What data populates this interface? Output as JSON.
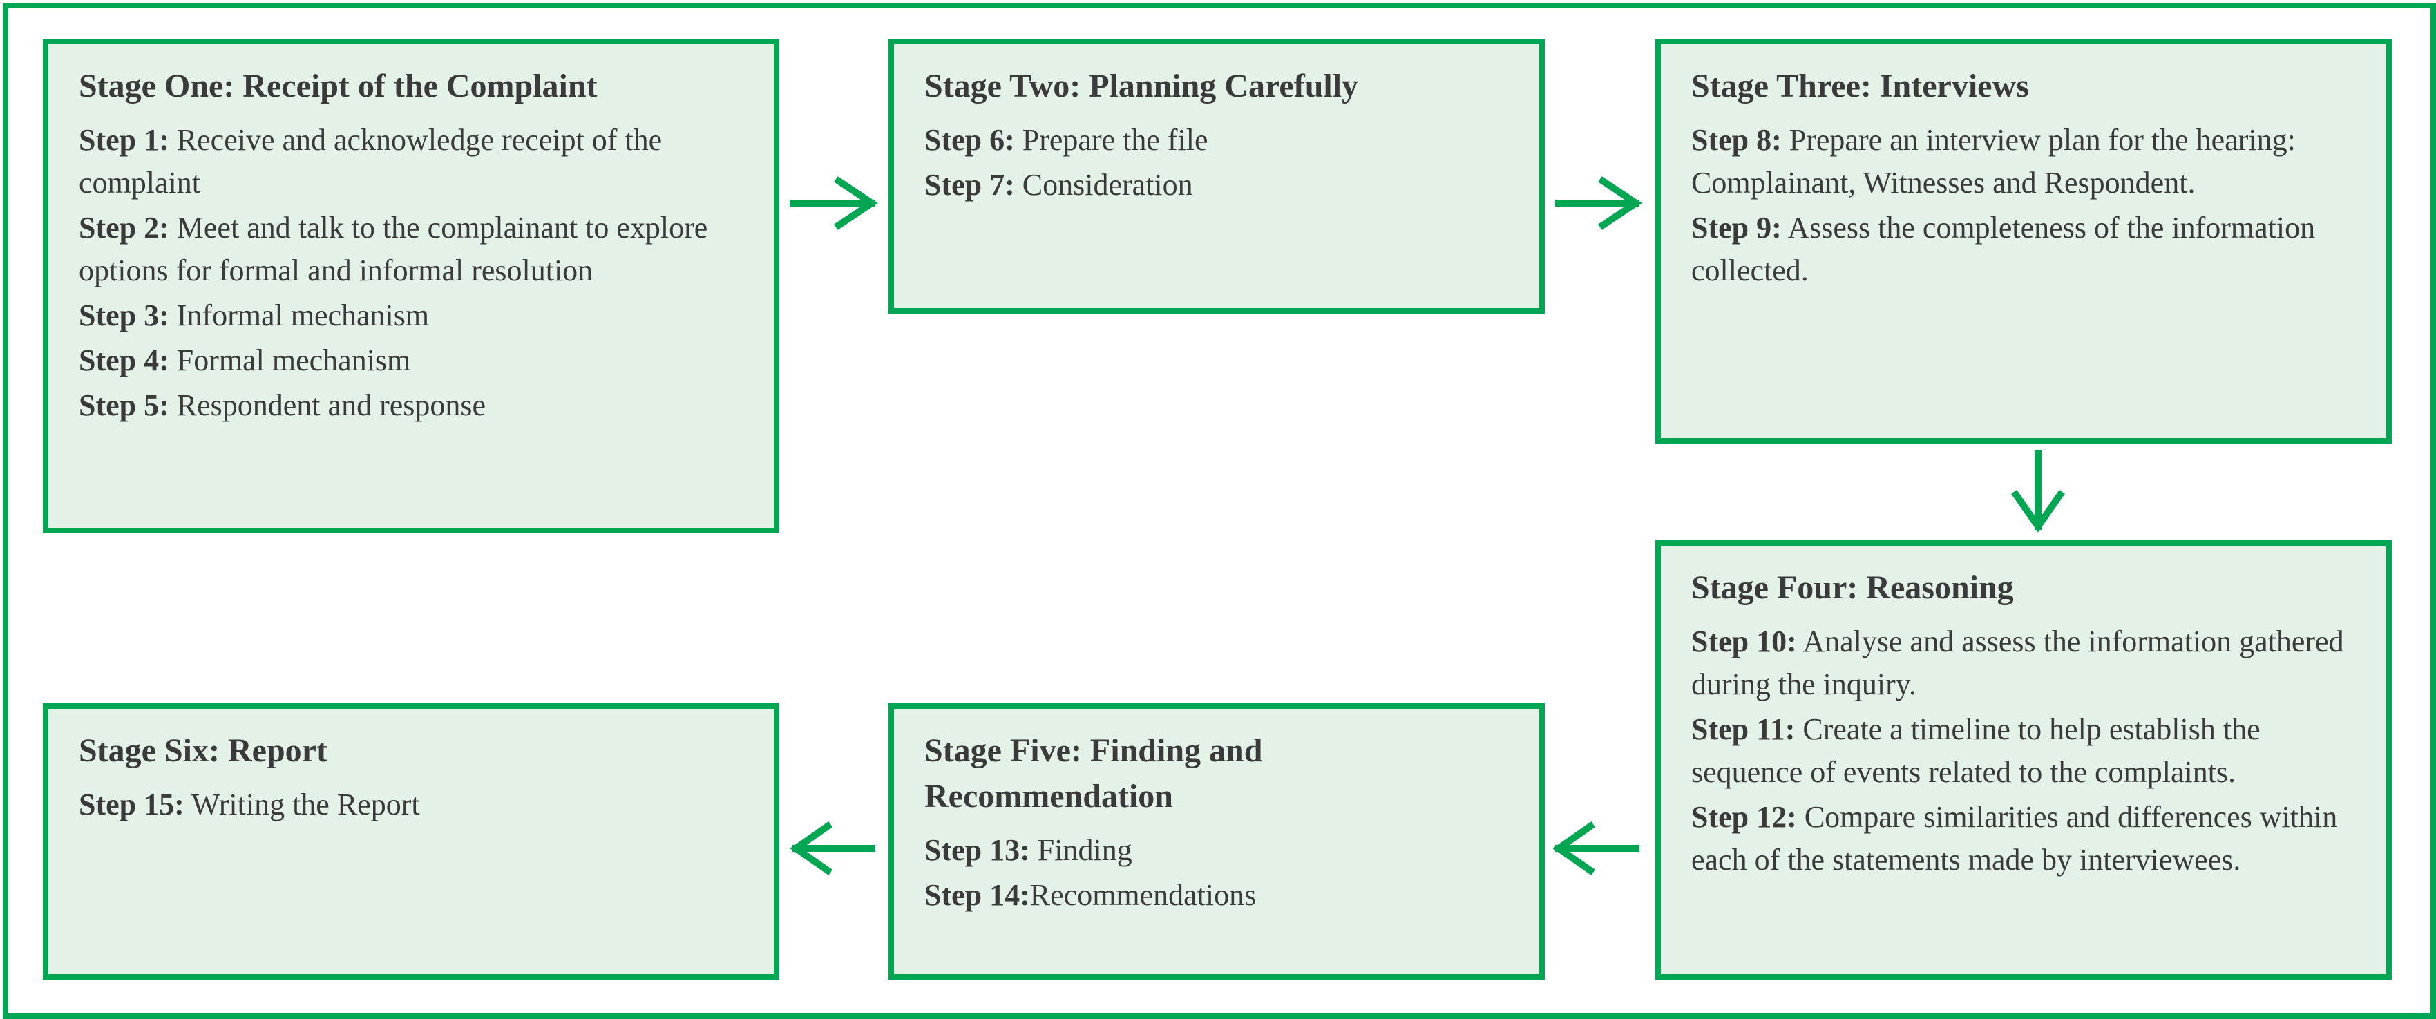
{
  "stages": [
    {
      "title": "Stage One: Receipt of the Complaint",
      "steps": [
        {
          "label": "Step 1:",
          "text": " Receive and acknowledge receipt of the complaint"
        },
        {
          "label": "Step 2:",
          "text": " Meet and talk to the complainant to explore options for formal and informal resolution"
        },
        {
          "label": "Step 3:",
          "text": " Informal mechanism"
        },
        {
          "label": "Step 4:",
          "text": " Formal mechanism"
        },
        {
          "label": "Step 5:",
          "text": " Respondent and response"
        }
      ]
    },
    {
      "title": "Stage Two: Planning Carefully",
      "steps": [
        {
          "label": "Step 6:",
          "text": " Prepare the file"
        },
        {
          "label": "Step 7:",
          "text": " Consideration"
        }
      ]
    },
    {
      "title": "Stage Three: Interviews",
      "steps": [
        {
          "label": "Step 8:",
          "text": " Prepare an interview plan for the hearing: Complainant, Witnesses and Respondent."
        },
        {
          "label": "Step 9:",
          "text": " Assess the completeness of the information collected."
        }
      ]
    },
    {
      "title": "Stage Four: Reasoning",
      "steps": [
        {
          "label": "Step 10:",
          "text": " Analyse and assess the information gathered during the inquiry."
        },
        {
          "label": "Step 11:",
          "text": " Create a timeline to help establish the sequence of events related to the complaints."
        },
        {
          "label": "Step 12:",
          "text": " Compare similarities and differences within each of the statements made by interviewees."
        }
      ]
    },
    {
      "title": "Stage Five: Finding and Recommendation",
      "steps": [
        {
          "label": "Step 13:",
          "text": " Finding"
        },
        {
          "label": "Step 14:",
          "text": "Recommendations"
        }
      ]
    },
    {
      "title": "Stage Six: Report",
      "steps": [
        {
          "label": "Step 15:",
          "text": " Writing the Report"
        }
      ]
    }
  ],
  "colors": {
    "border": "#00a651",
    "fill": "#e3f1e6",
    "text": "#3a3a3a"
  }
}
